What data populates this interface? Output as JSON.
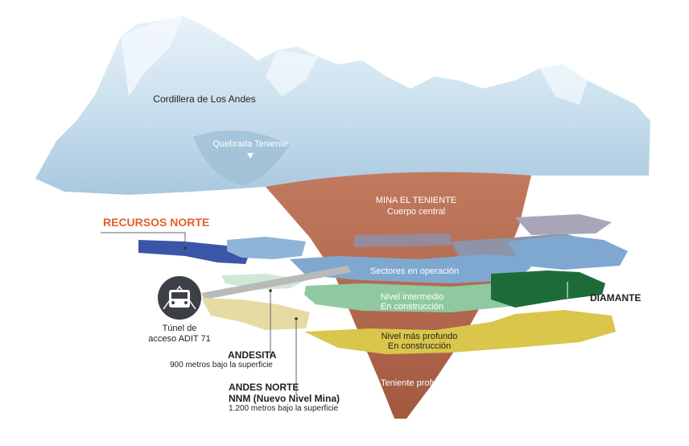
{
  "labels": {
    "cordillera": "Cordillera de Los Andes",
    "quebrada": "Quebrada Teniente",
    "mina_title": "MINA EL TENIENTE",
    "mina_sub": "Cuerpo central",
    "sectores": "Sectores en operación",
    "nivel_intermedio_1": "Nivel intermedio",
    "nivel_intermedio_2": "En construcción",
    "nivel_profundo_1": "Nivel más profundo",
    "nivel_profundo_2": "En construcción",
    "teniente_profundo": "Teniente profundo",
    "recursos_norte": "RECURSOS NORTE",
    "diamante": "DIAMANTE",
    "tunel_1": "Túnel de",
    "tunel_2": "acceso ADIT 71",
    "andesita": "ANDESITA",
    "andesita_depth": "900 metros bajo la superficie",
    "andes_norte": "ANDES NORTE",
    "nnm": "NNM (Nuevo Nivel Mina)",
    "andes_norte_depth": "1.200 metros bajo la superficie"
  },
  "colors": {
    "mountain": "#cfe3f0",
    "orebody": "#b4684f",
    "blue_level": "#7fa8d0",
    "green_level": "#8fc9a0",
    "yellow_level": "#d9c64a",
    "dark_blue": "#3b55a8",
    "dark_green": "#1e6b3a",
    "accent_orange": "#e0622a"
  }
}
